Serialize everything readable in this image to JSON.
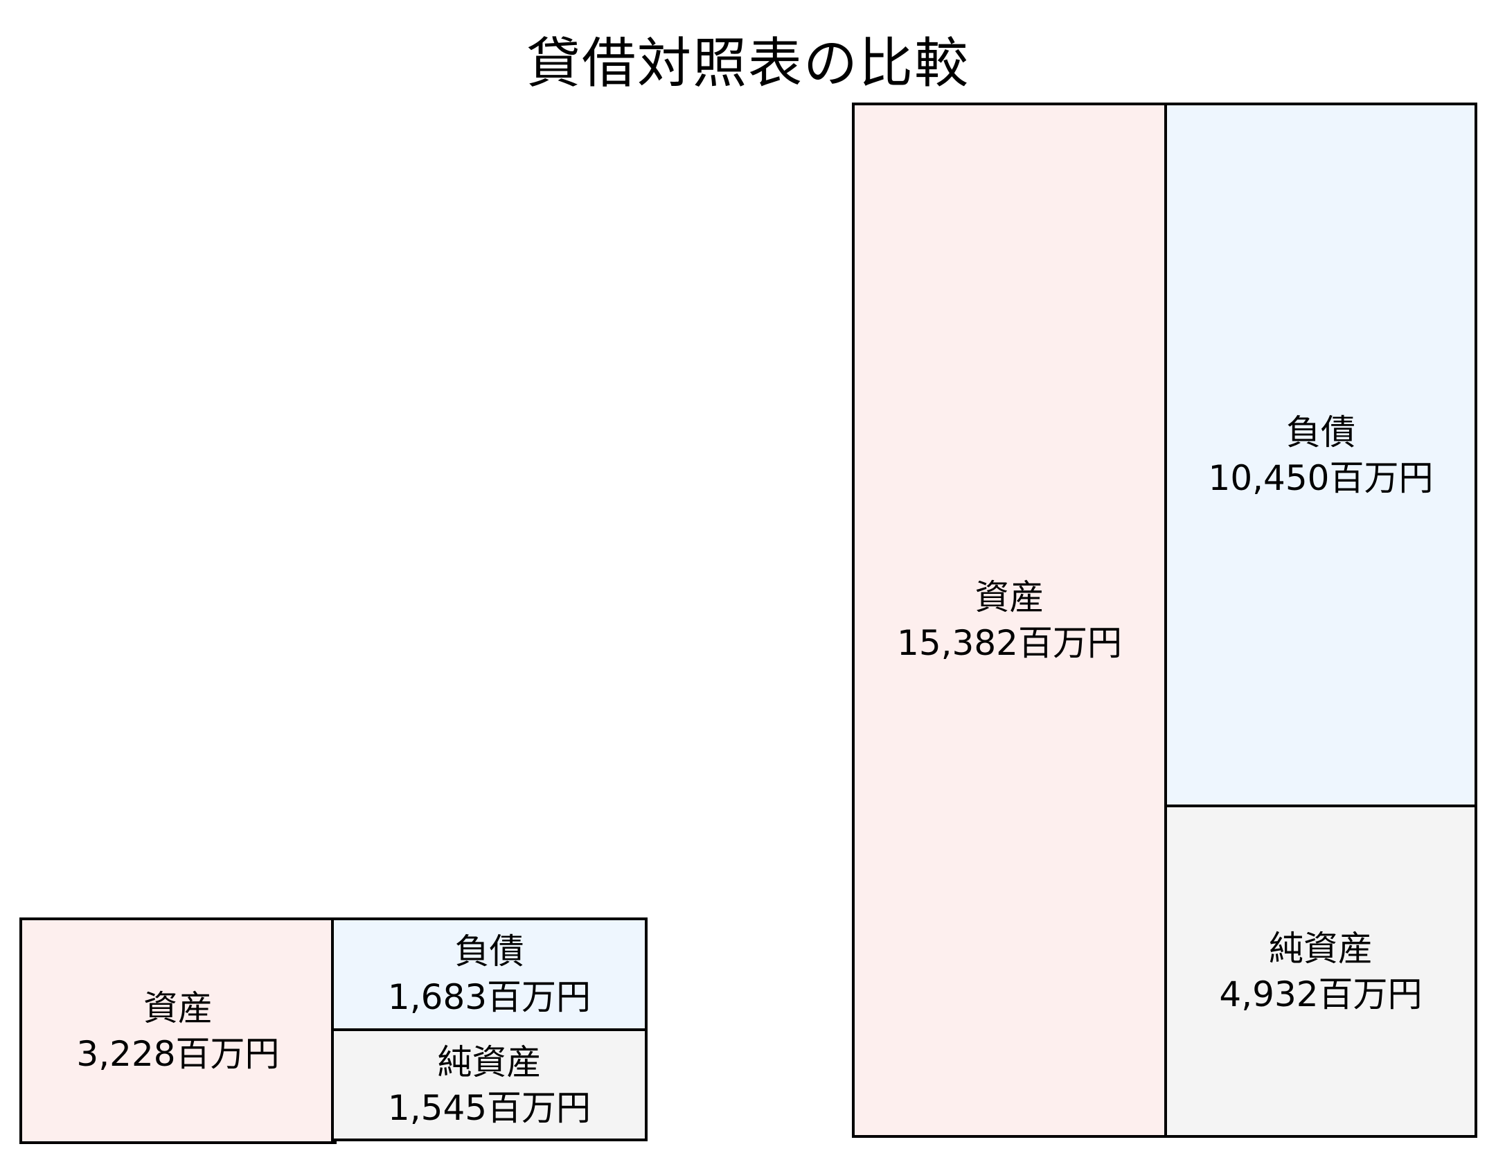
{
  "title": "貸借対照表の比較",
  "colors": {
    "asset": "#FDEFEE",
    "liability": "#EEF6FE",
    "net_assets": "#F4F4F4",
    "border": "#000000"
  },
  "small_bs": {
    "asset": {
      "label": "資産",
      "value": "3,228百万円"
    },
    "liability": {
      "label": "負債",
      "value": "1,683百万円"
    },
    "net_assets": {
      "label": "純資産",
      "value": "1,545百万円"
    }
  },
  "large_bs": {
    "asset": {
      "label": "資産",
      "value": "15,382百万円"
    },
    "liability": {
      "label": "負債",
      "value": "10,450百万円"
    },
    "net_assets": {
      "label": "純資産",
      "value": "4,932百万円"
    }
  },
  "chart_data": [
    {
      "type": "table",
      "title": "貸借対照表の比較",
      "subtitle": "",
      "unit": "百万円",
      "categories": [
        "資産",
        "負債",
        "純資産"
      ],
      "values": [
        3228,
        1683,
        1545
      ],
      "layout": "left column = 資産; right column stacked: 負債 (top), 純資産 (bottom); box area proportional to amount",
      "position": "bottom-left (smaller)"
    },
    {
      "type": "table",
      "title": "貸借対照表の比較",
      "subtitle": "",
      "unit": "百万円",
      "categories": [
        "資産",
        "負債",
        "純資産"
      ],
      "values": [
        15382,
        10450,
        4932
      ],
      "layout": "left column = 資産; right column stacked: 負債 (top), 純資産 (bottom); box area proportional to amount",
      "position": "right (larger)"
    }
  ]
}
